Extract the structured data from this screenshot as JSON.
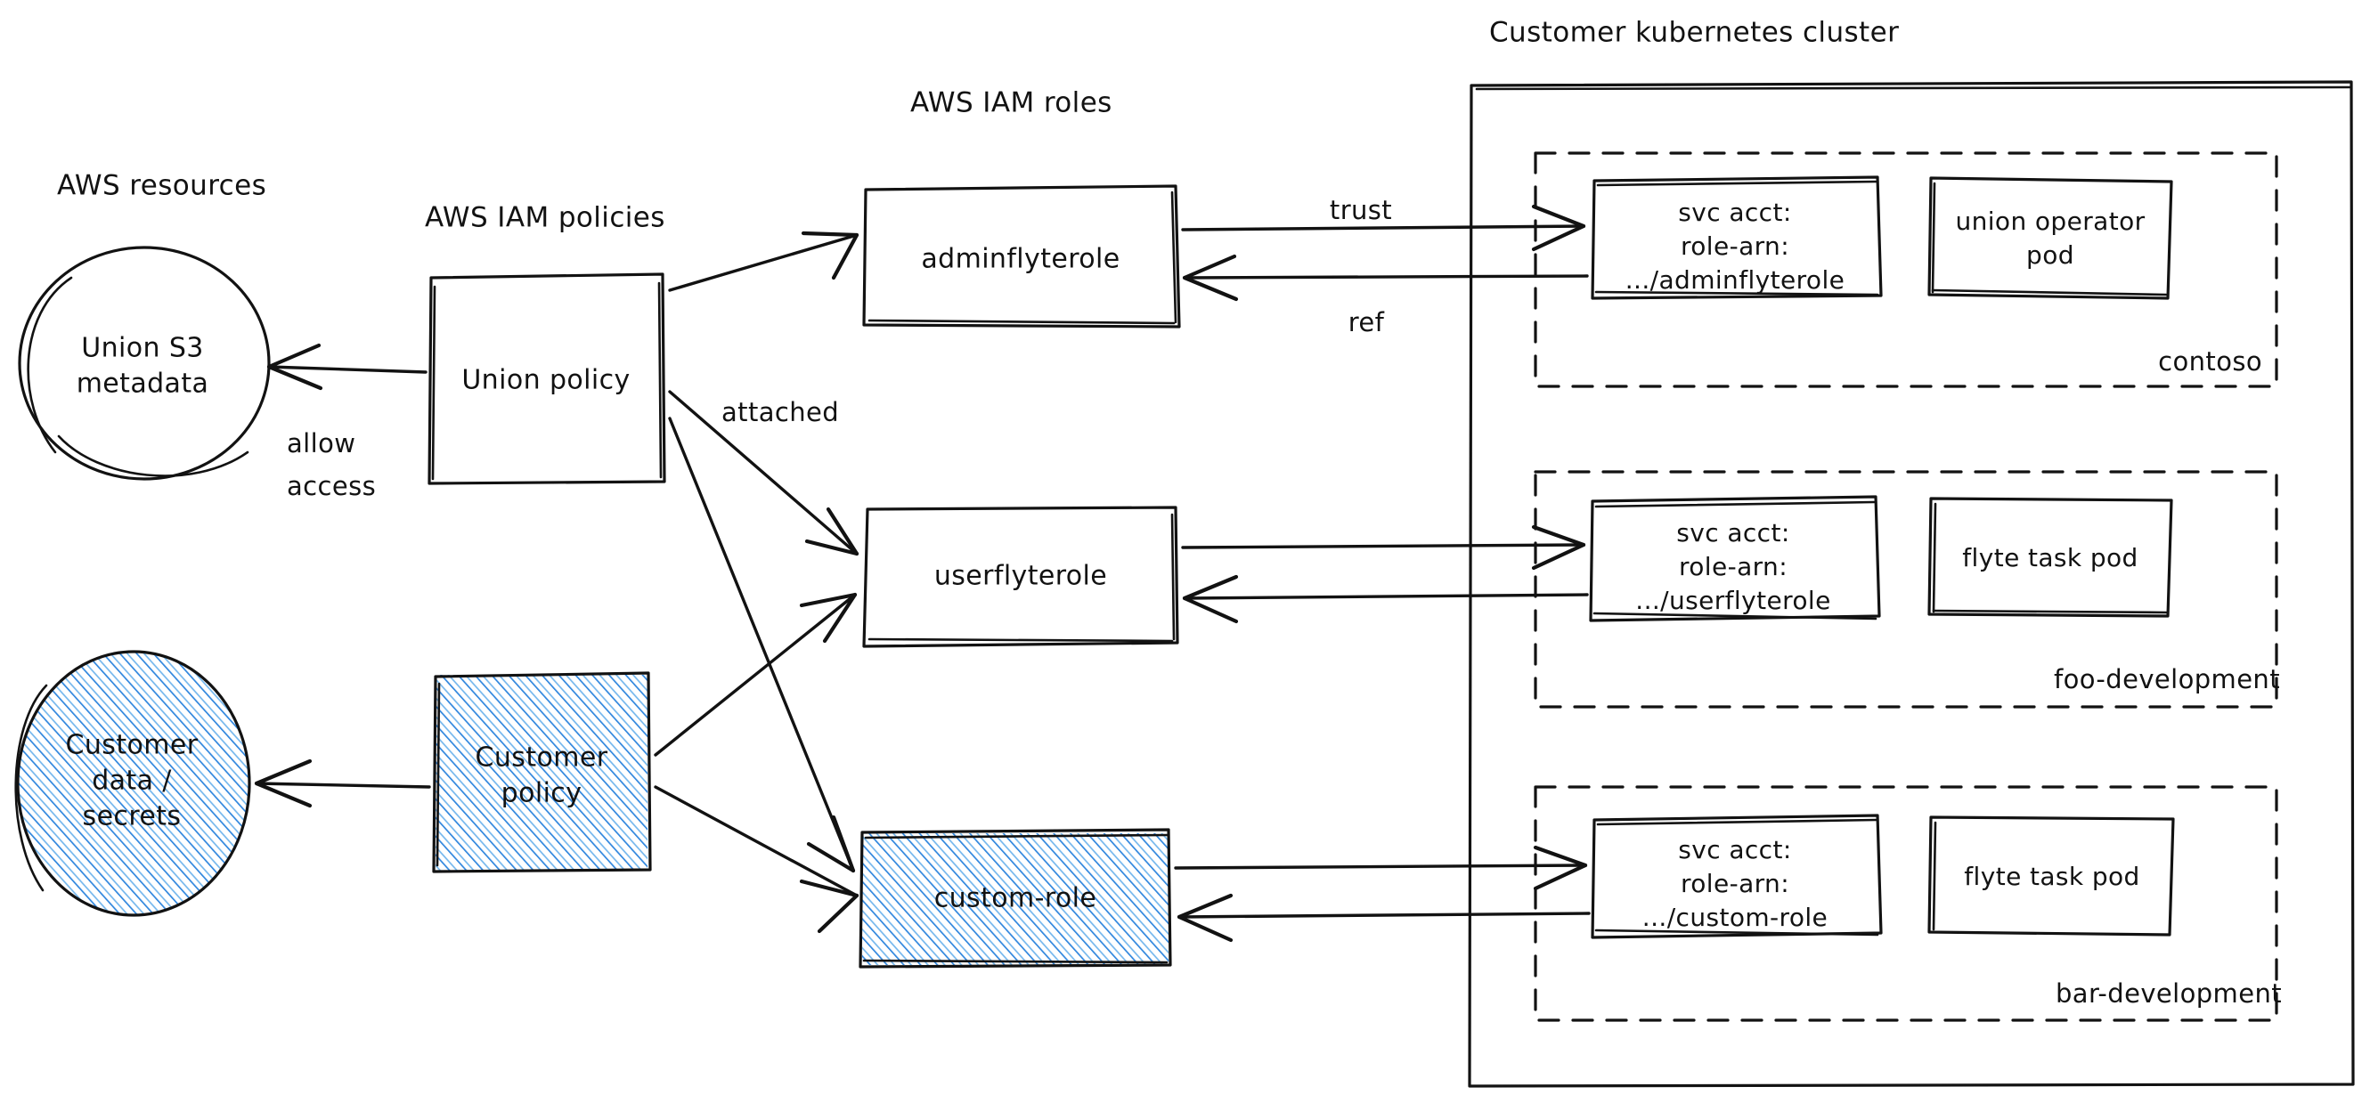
{
  "diagram": {
    "title_groups": [
      {
        "id": "aws-resources",
        "label": "AWS resources"
      },
      {
        "id": "aws-iam-policies",
        "label": "AWS IAM policies"
      },
      {
        "id": "aws-iam-roles",
        "label": "AWS IAM roles"
      },
      {
        "id": "customer-k8s-cluster",
        "label": "Customer kubernetes cluster"
      }
    ],
    "aws_resources": [
      {
        "id": "union-s3-metadata",
        "lines": [
          "Union S3",
          "metadata"
        ],
        "shape": "circle",
        "fill": "none"
      },
      {
        "id": "customer-data-secrets",
        "lines": [
          "Customer",
          "data /",
          "secrets"
        ],
        "shape": "circle",
        "fill": "blue-hatch"
      }
    ],
    "iam_policies": [
      {
        "id": "union-policy",
        "lines": [
          "Union policy"
        ],
        "shape": "rect",
        "fill": "none"
      },
      {
        "id": "customer-policy",
        "lines": [
          "Customer",
          "policy"
        ],
        "shape": "rect",
        "fill": "blue-hatch"
      }
    ],
    "iam_roles": [
      {
        "id": "adminflyterole",
        "lines": [
          "adminflyterole"
        ],
        "shape": "rect",
        "fill": "none"
      },
      {
        "id": "userflyterole",
        "lines": [
          "userflyterole"
        ],
        "shape": "rect",
        "fill": "none"
      },
      {
        "id": "custom-role",
        "lines": [
          "custom-role"
        ],
        "shape": "rect",
        "fill": "blue-hatch"
      }
    ],
    "namespaces": [
      {
        "id": "contoso",
        "label": "contoso",
        "svc_acct": {
          "id": "svc-acct-adminflyterole",
          "lines": [
            "svc acct:",
            "role-arn:",
            ".../adminflyterole"
          ]
        },
        "pod": {
          "id": "union-operator-pod",
          "lines": [
            "union operator",
            "pod"
          ]
        }
      },
      {
        "id": "foo-development",
        "label": "foo-development",
        "svc_acct": {
          "id": "svc-acct-userflyterole",
          "lines": [
            "svc acct:",
            "role-arn:",
            ".../userflyterole"
          ]
        },
        "pod": {
          "id": "flyte-task-pod-foo",
          "lines": [
            "flyte task pod"
          ]
        }
      },
      {
        "id": "bar-development",
        "label": "bar-development",
        "svc_acct": {
          "id": "svc-acct-custom-role",
          "lines": [
            "svc acct:",
            "role-arn:",
            ".../custom-role"
          ]
        },
        "pod": {
          "id": "flyte-task-pod-bar",
          "lines": [
            "flyte task pod"
          ]
        }
      }
    ],
    "edge_labels": [
      {
        "id": "allow-access",
        "lines": [
          "allow",
          "access"
        ]
      },
      {
        "id": "attached",
        "lines": [
          "attached"
        ]
      },
      {
        "id": "trust",
        "lines": [
          "trust"
        ]
      },
      {
        "id": "ref",
        "lines": [
          "ref"
        ]
      }
    ],
    "colors": {
      "ink": "#121212",
      "hatch_blue": "#2f86de",
      "background": "#ffffff"
    }
  }
}
